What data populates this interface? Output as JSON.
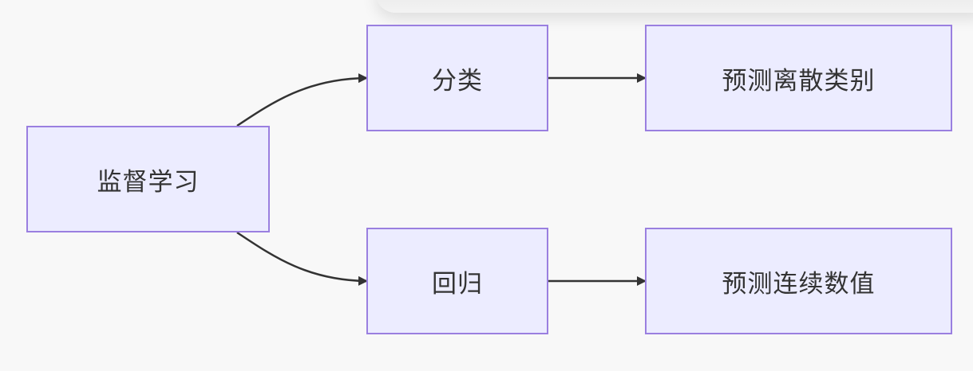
{
  "diagram": {
    "nodes": {
      "root": "监督学习",
      "classification": "分类",
      "regression": "回归",
      "discrete": "预测离散类别",
      "continuous": "预测连续数值"
    },
    "colors": {
      "node_fill": "#ececff",
      "node_border": "#9a7fe0",
      "edge": "#333333",
      "background": "#f8f8f8"
    }
  }
}
